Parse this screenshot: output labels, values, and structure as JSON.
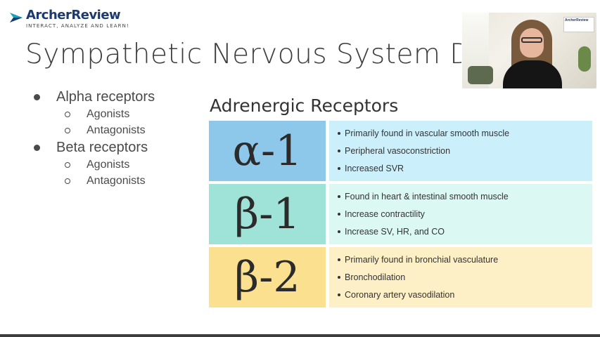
{
  "logo": {
    "name": "ArcherReview",
    "tagline": "INTERACT, ANALYZE AND LEARN!"
  },
  "slide": {
    "title": "Sympathetic Nervous System Drugs",
    "outline": [
      {
        "label": "Alpha receptors",
        "children": [
          "Agonists",
          "Antagonists"
        ]
      },
      {
        "label": "Beta receptors",
        "children": [
          "Agonists",
          "Antagonists"
        ]
      }
    ],
    "table_title": "Adrenergic Receptors",
    "receptors": [
      {
        "symbol": "α-1",
        "color": "#8dc7ea",
        "points": [
          "Primarily found in vascular smooth muscle",
          "Peripheral vasoconstriction",
          "Increased SVR"
        ]
      },
      {
        "symbol": "β-1",
        "color": "#9fe2d7",
        "points": [
          "Found in heart & intestinal smooth muscle",
          "Increase contractility",
          "Increase SV, HR, and CO"
        ]
      },
      {
        "symbol": "β-2",
        "color": "#fbe08f",
        "points": [
          "Primarily found in bronchial vasculature",
          "Bronchodilation",
          "Coronary artery vasodilation"
        ]
      }
    ]
  },
  "webcam": {
    "badge_text": "ArcherReview"
  }
}
